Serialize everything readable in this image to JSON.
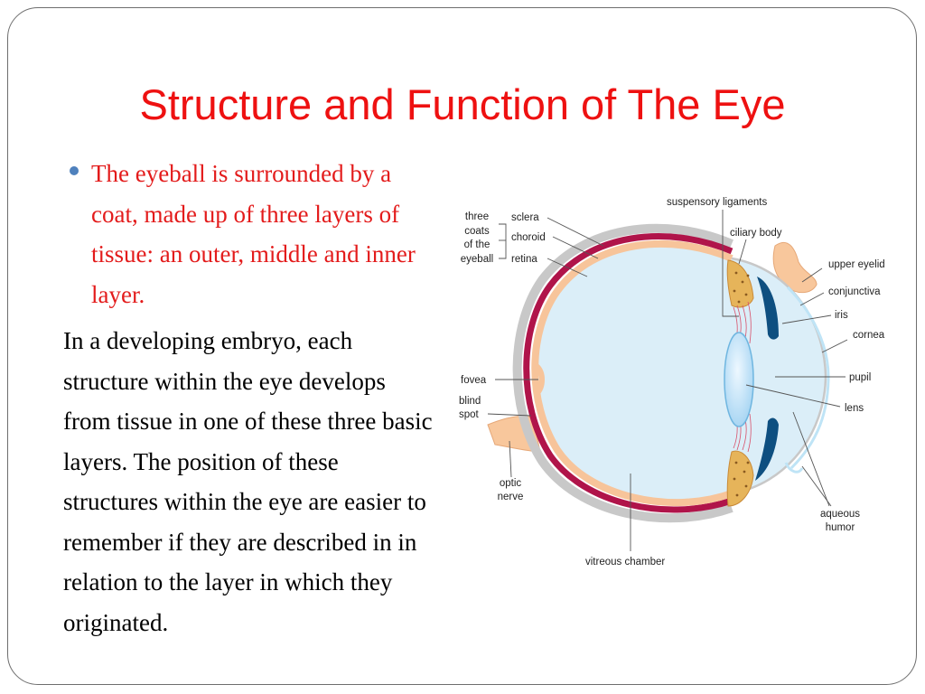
{
  "slide": {
    "title": "Structure and Function of The Eye",
    "bullet_text": "The eyeball is surrounded by a coat, made up of three layers of tissue: an outer, middle and inner layer.",
    "body_text": "In a developing embryo, each structure within the eye develops from tissue in one of these three basic layers. The position of these structures within the eye are easier to remember if they are described in in relation to the layer in which they originated."
  },
  "diagram": {
    "labels": {
      "three_coats_line1": "three",
      "three_coats_line2": "coats",
      "three_coats_line3": "of the",
      "three_coats_line4": "eyeball",
      "sclera": "sclera",
      "choroid": "choroid",
      "retina": "retina",
      "suspensory_ligaments": "suspensory ligaments",
      "ciliary_body": "ciliary body",
      "upper_eyelid": "upper eyelid",
      "conjunctiva": "conjunctiva",
      "iris": "iris",
      "cornea": "cornea",
      "pupil": "pupil",
      "lens": "lens",
      "aqueous_line1": "aqueous",
      "aqueous_line2": "humor",
      "fovea": "fovea",
      "blind_spot_line1": "blind",
      "blind_spot_line2": "spot",
      "optic_nerve_line1": "optic",
      "optic_nerve_line2": "nerve",
      "vitreous_chamber": "vitreous chamber"
    },
    "colors": {
      "sclera": "#c8c8c8",
      "choroid": "#b0144a",
      "retina": "#f7c49a",
      "vitreous": "#dbeef8",
      "lens": "#c6e6fa",
      "iris": "#0e4f80",
      "ciliary": "#e6b45a"
    }
  }
}
